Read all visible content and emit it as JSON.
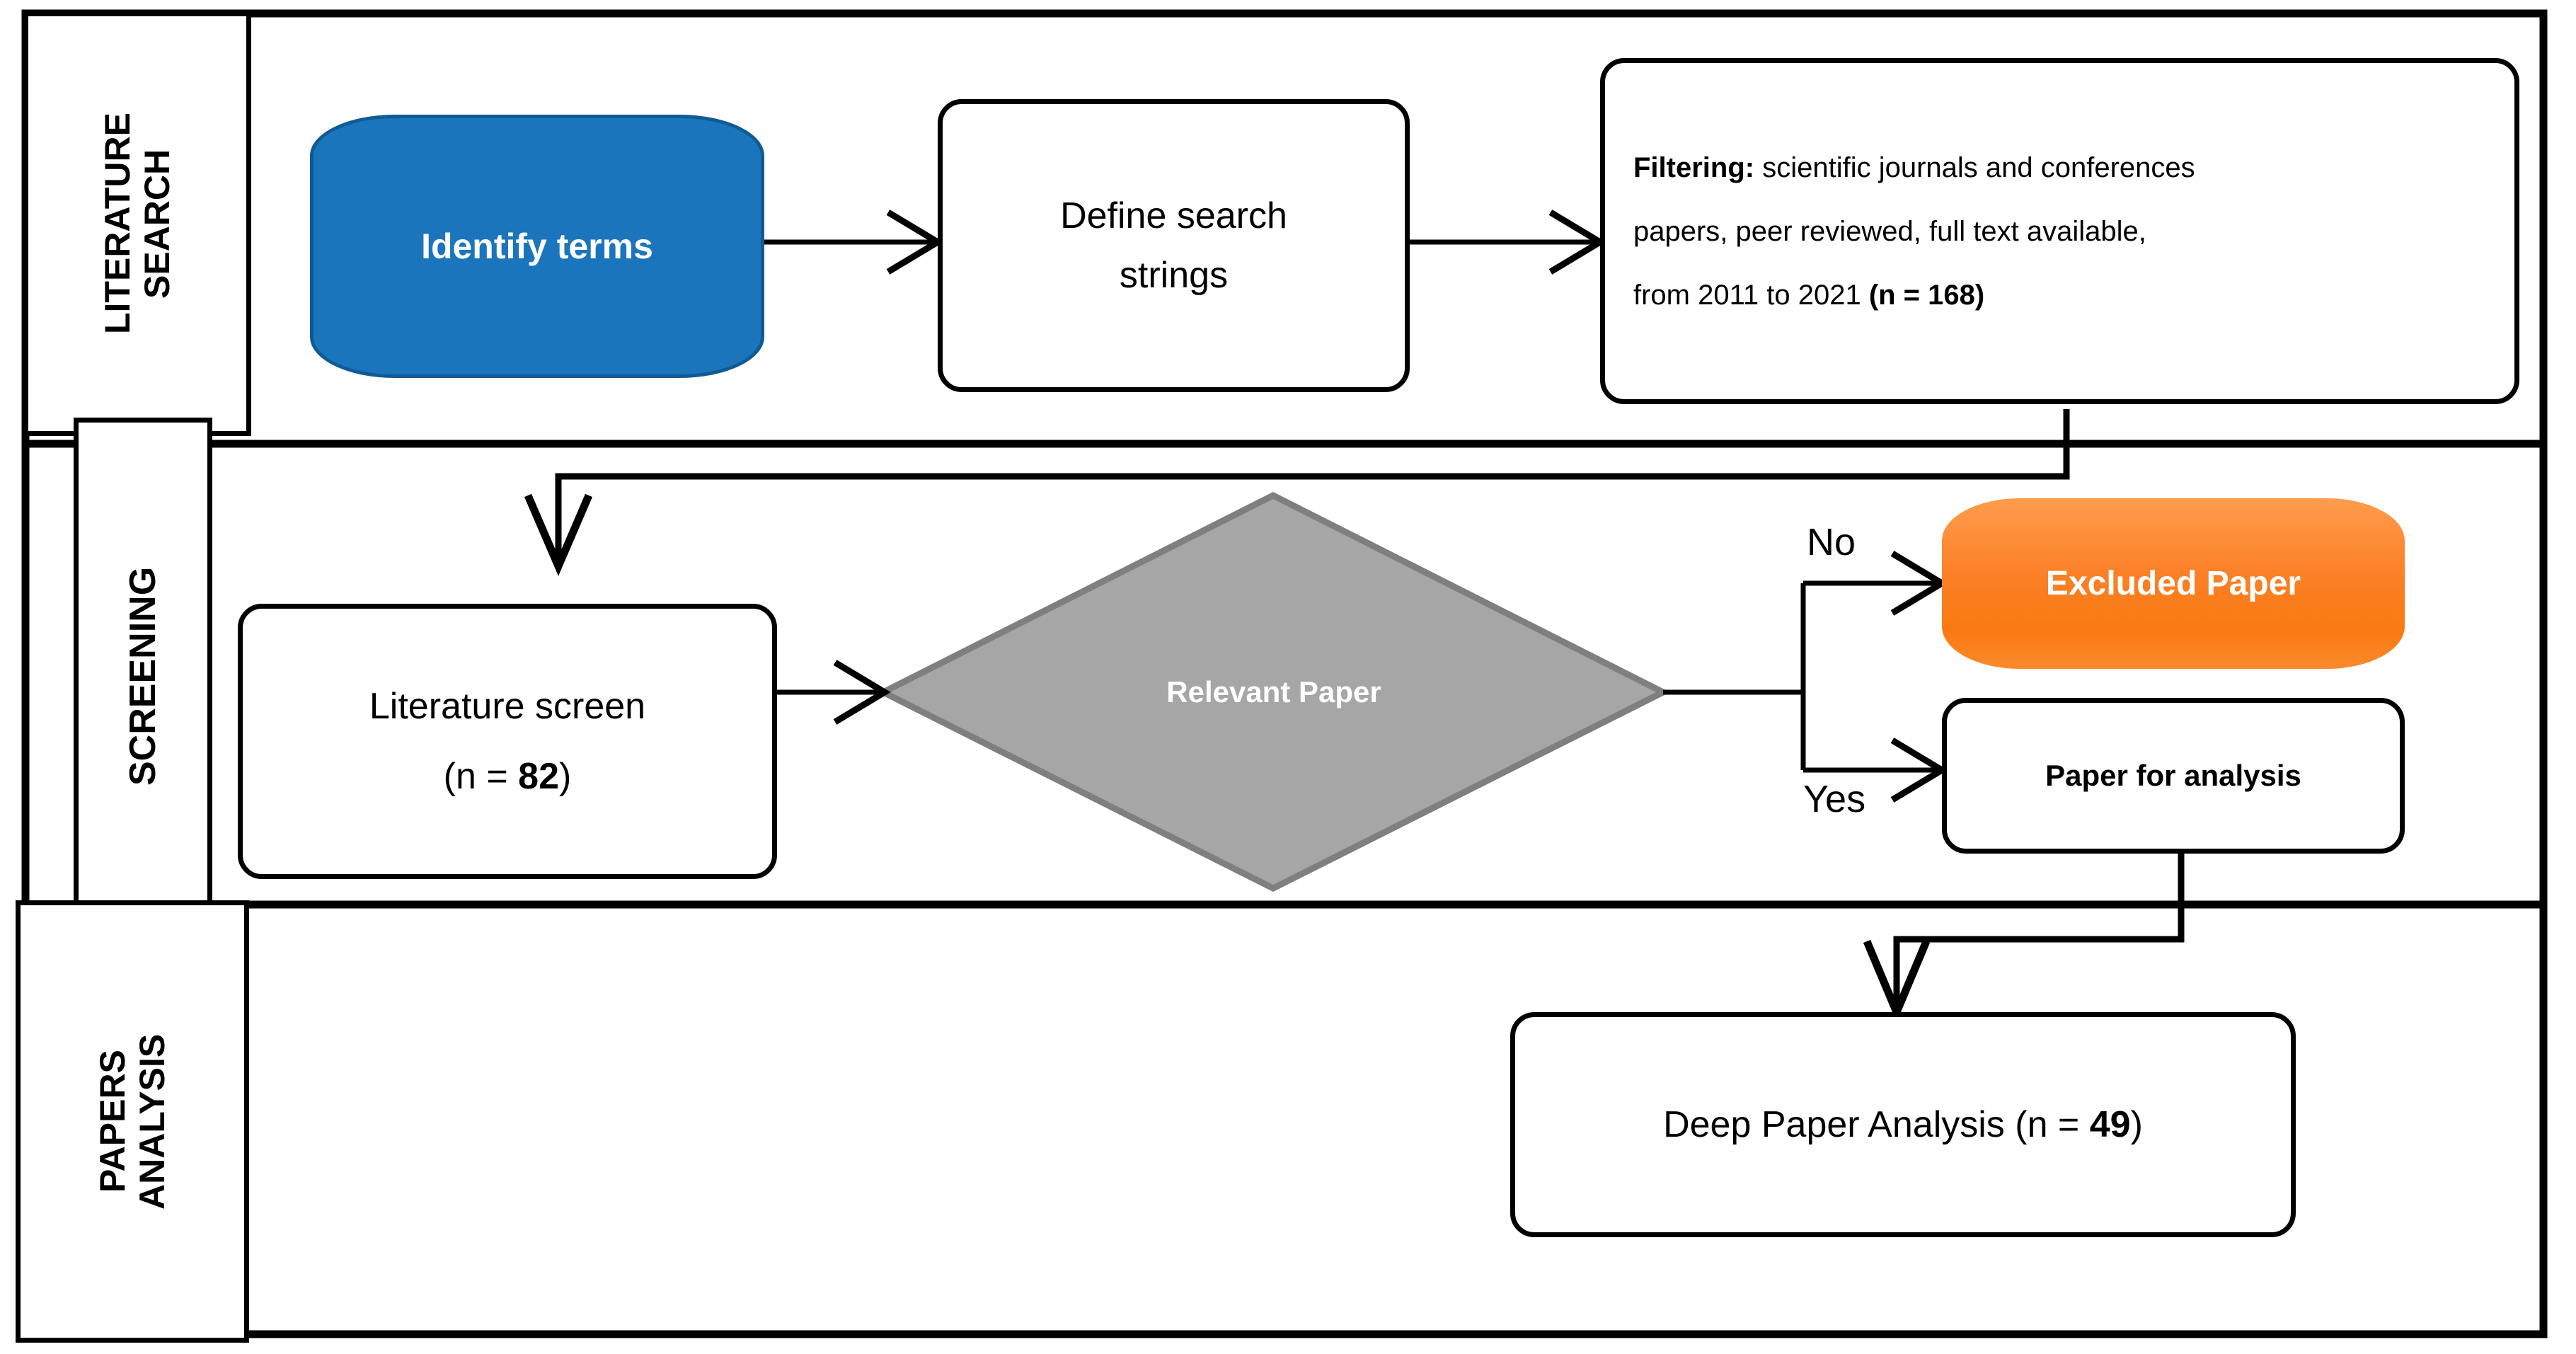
{
  "diagram": {
    "title": "Literature review methodology flowchart",
    "colors": {
      "start_fill": "#1b75bc",
      "start_stroke": "#0f5b94",
      "end_fill": "#fb8026",
      "decision_fill": "#a6a6a6",
      "decision_stroke": "#7f7f7f",
      "line": "#000000",
      "background": "#ffffff"
    }
  },
  "lanes": [
    {
      "id": "lane-literature-search",
      "label": "LITERATURE\nSEARCH"
    },
    {
      "id": "lane-screening",
      "label": "SCREENING"
    },
    {
      "id": "lane-papers-analysis",
      "label": "PAPERS\nANALYSIS"
    }
  ],
  "nodes": {
    "identify_terms": {
      "label": "Identify terms",
      "shape": "terminator",
      "lane": "lane-literature-search"
    },
    "define_search_strings": {
      "label": "Define search\nstrings",
      "shape": "process",
      "lane": "lane-literature-search"
    },
    "filtering": {
      "shape": "process",
      "lane": "lane-literature-search",
      "line1_bold": "Filtering:",
      "line1_rest": " scientific journals and conferences",
      "line2": "papers, peer reviewed, full text available,",
      "line3_a": "from 2011 to 2021 ",
      "line3_b": "(n = ",
      "line3_n": "168",
      "line3_c": ")"
    },
    "literature_screen": {
      "shape": "process",
      "lane": "lane-screening",
      "line1": "Literature screen",
      "line2_a": "(n = ",
      "line2_n": "82",
      "line2_b": ")"
    },
    "relevant_paper": {
      "label": "Relevant Paper",
      "shape": "decision",
      "lane": "lane-screening"
    },
    "excluded_paper": {
      "label": "Excluded Paper",
      "shape": "terminator",
      "lane": "lane-screening"
    },
    "paper_for_analysis": {
      "label": "Paper for analysis",
      "shape": "process",
      "lane": "lane-screening"
    },
    "deep_paper_analysis": {
      "shape": "process",
      "lane": "lane-papers-analysis",
      "line_a": "Deep Paper Analysis (n = ",
      "line_n": "49",
      "line_b": ")"
    }
  },
  "edge_labels": {
    "no": "No",
    "yes": "Yes"
  },
  "chart_data": {
    "type": "flowchart",
    "counts": {
      "filtered_records": 168,
      "screened_records": 82,
      "analyzed_records": 49
    },
    "year_range": {
      "from": 2011,
      "to": 2021
    }
  }
}
